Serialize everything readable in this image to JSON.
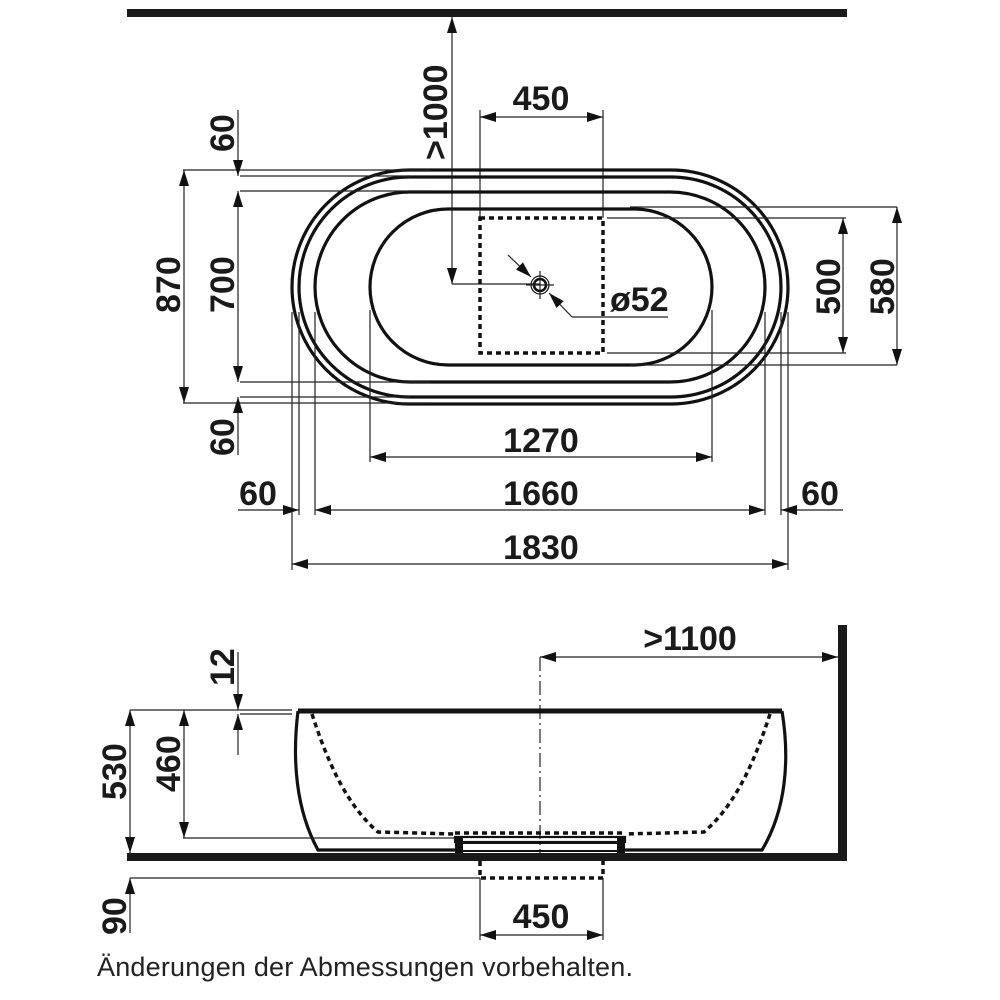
{
  "drawing": {
    "type": "technical-dimension-drawing",
    "subject": "freestanding oval bathtub",
    "units": "mm",
    "top_view": {
      "wall_clearance": ">1000",
      "waste_zone_width": "450",
      "drain_diameter": "ø52",
      "rim_top": "60",
      "rim_bottom": "60",
      "rim_left": "60",
      "rim_right": "60",
      "outer_width": "870",
      "inner_width": "700",
      "waste_zone_depth": "500",
      "basin_width": "580",
      "basin_length": "1270",
      "inner_length": "1660",
      "outer_length": "1830"
    },
    "side_view": {
      "wall_clearance": ">1100",
      "rim_thickness": "12",
      "overall_height": "530",
      "water_depth": "460",
      "floor_recess": "90",
      "waste_zone_width": "450"
    }
  },
  "footnote": "Änderungen der Abmessungen vorbehalten."
}
